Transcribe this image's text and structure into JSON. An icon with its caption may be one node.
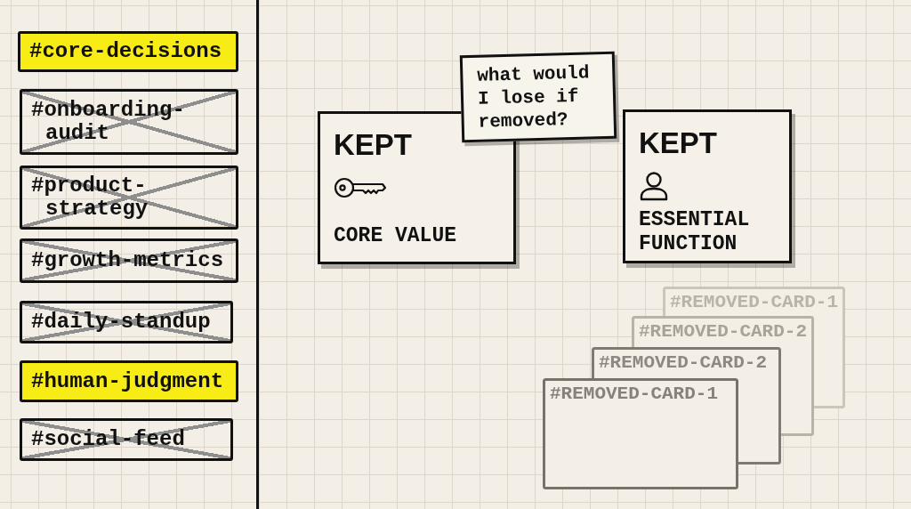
{
  "diagram": {
    "nodes": [
      {
        "text": [
          "#core-decisions"
        ]
      },
      {
        "text": [
          "#onboarding-audit"
        ]
      },
      {
        "text": [
          "#product-strategy"
        ]
      },
      {
        "text": [
          "#growth-metrics"
        ]
      },
      {
        "text": [
          "#daily-standup"
        ]
      },
      {
        "text": [
          "#human-judgment"
        ]
      },
      {
        "text": [
          "#social-feed"
        ]
      },
      {
        "text": [
          "KEPT",
          "CORE VALUE"
        ]
      },
      {
        "text": [
          "what would I lose if removed?"
        ]
      },
      {
        "text": [
          "KEPT",
          "ESSENTIAL FUNCTION"
        ]
      },
      {
        "text": [
          "#REMOVED-CARD-1"
        ]
      },
      {
        "text": [
          "#REMOVED-CARD-2"
        ]
      },
      {
        "text": [
          "#REMOVED-CARD-2"
        ]
      },
      {
        "text": [
          "#REMOVED-CARD-1"
        ]
      }
    ]
  }
}
